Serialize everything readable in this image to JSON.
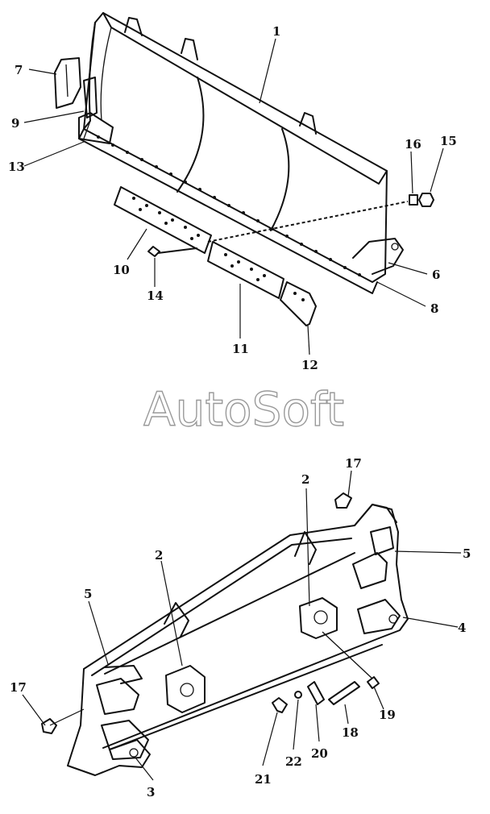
{
  "watermark": "AutoSoft",
  "callouts": {
    "c1": "1",
    "c7": "7",
    "c9": "9",
    "c13": "13",
    "c16": "16",
    "c15": "15",
    "c6": "6",
    "c8": "8",
    "c10": "10",
    "c14": "14",
    "c11": "11",
    "c12": "12",
    "c17a": "17",
    "c2a": "2",
    "c5a": "5",
    "c4": "4",
    "c2b": "2",
    "c5b": "5",
    "c17b": "17",
    "c19": "19",
    "c18": "18",
    "c20": "20",
    "c22": "22",
    "c21": "21",
    "c3": "3"
  }
}
